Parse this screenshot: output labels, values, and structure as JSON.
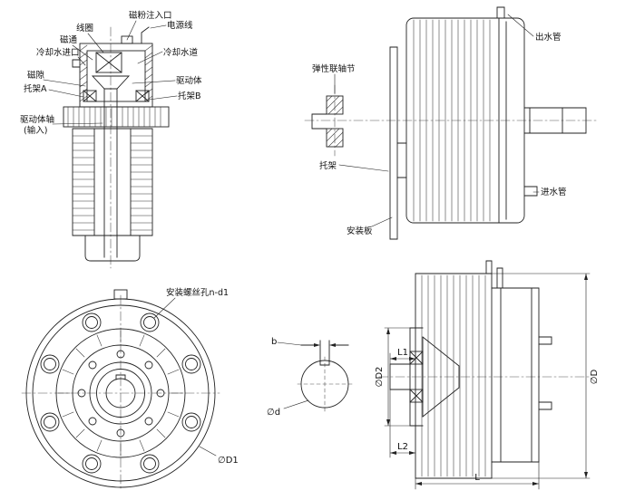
{
  "palette": {
    "ink": "#222222",
    "paper": "#ffffff"
  },
  "views": {
    "cross_section": {
      "labels": {
        "powder_inlet": "磁粉注入口",
        "power_line": "电源线",
        "coil": "线圈",
        "flux": "磁通",
        "cooling_inlet": "冷却水进口",
        "cooling_channel": "冷却水道",
        "gap": "磁隙",
        "driving_body": "驱动体",
        "bracket_a": "托架A",
        "bracket_b": "托架B",
        "drive_shaft": "驱动体轴",
        "drive_shaft_input": "(输入)"
      }
    },
    "side_view": {
      "labels": {
        "outlet_pipe": "出水管",
        "coupling": "弹性联轴节",
        "bracket": "托架",
        "inlet_pipe": "进水管",
        "mounting_plate": "安装板"
      }
    },
    "front_view": {
      "labels": {
        "screw_holes": "安装螺丝孔n-d1",
        "d1": "∅D1"
      }
    },
    "shaft_detail": {
      "labels": {
        "width_b": "b",
        "dia_d": "∅d"
      }
    },
    "dimension_view": {
      "labels": {
        "dia_d2": "∅D2",
        "l1": "L1",
        "l2": "L2",
        "l": "L",
        "dia_d": "∅D"
      }
    }
  }
}
